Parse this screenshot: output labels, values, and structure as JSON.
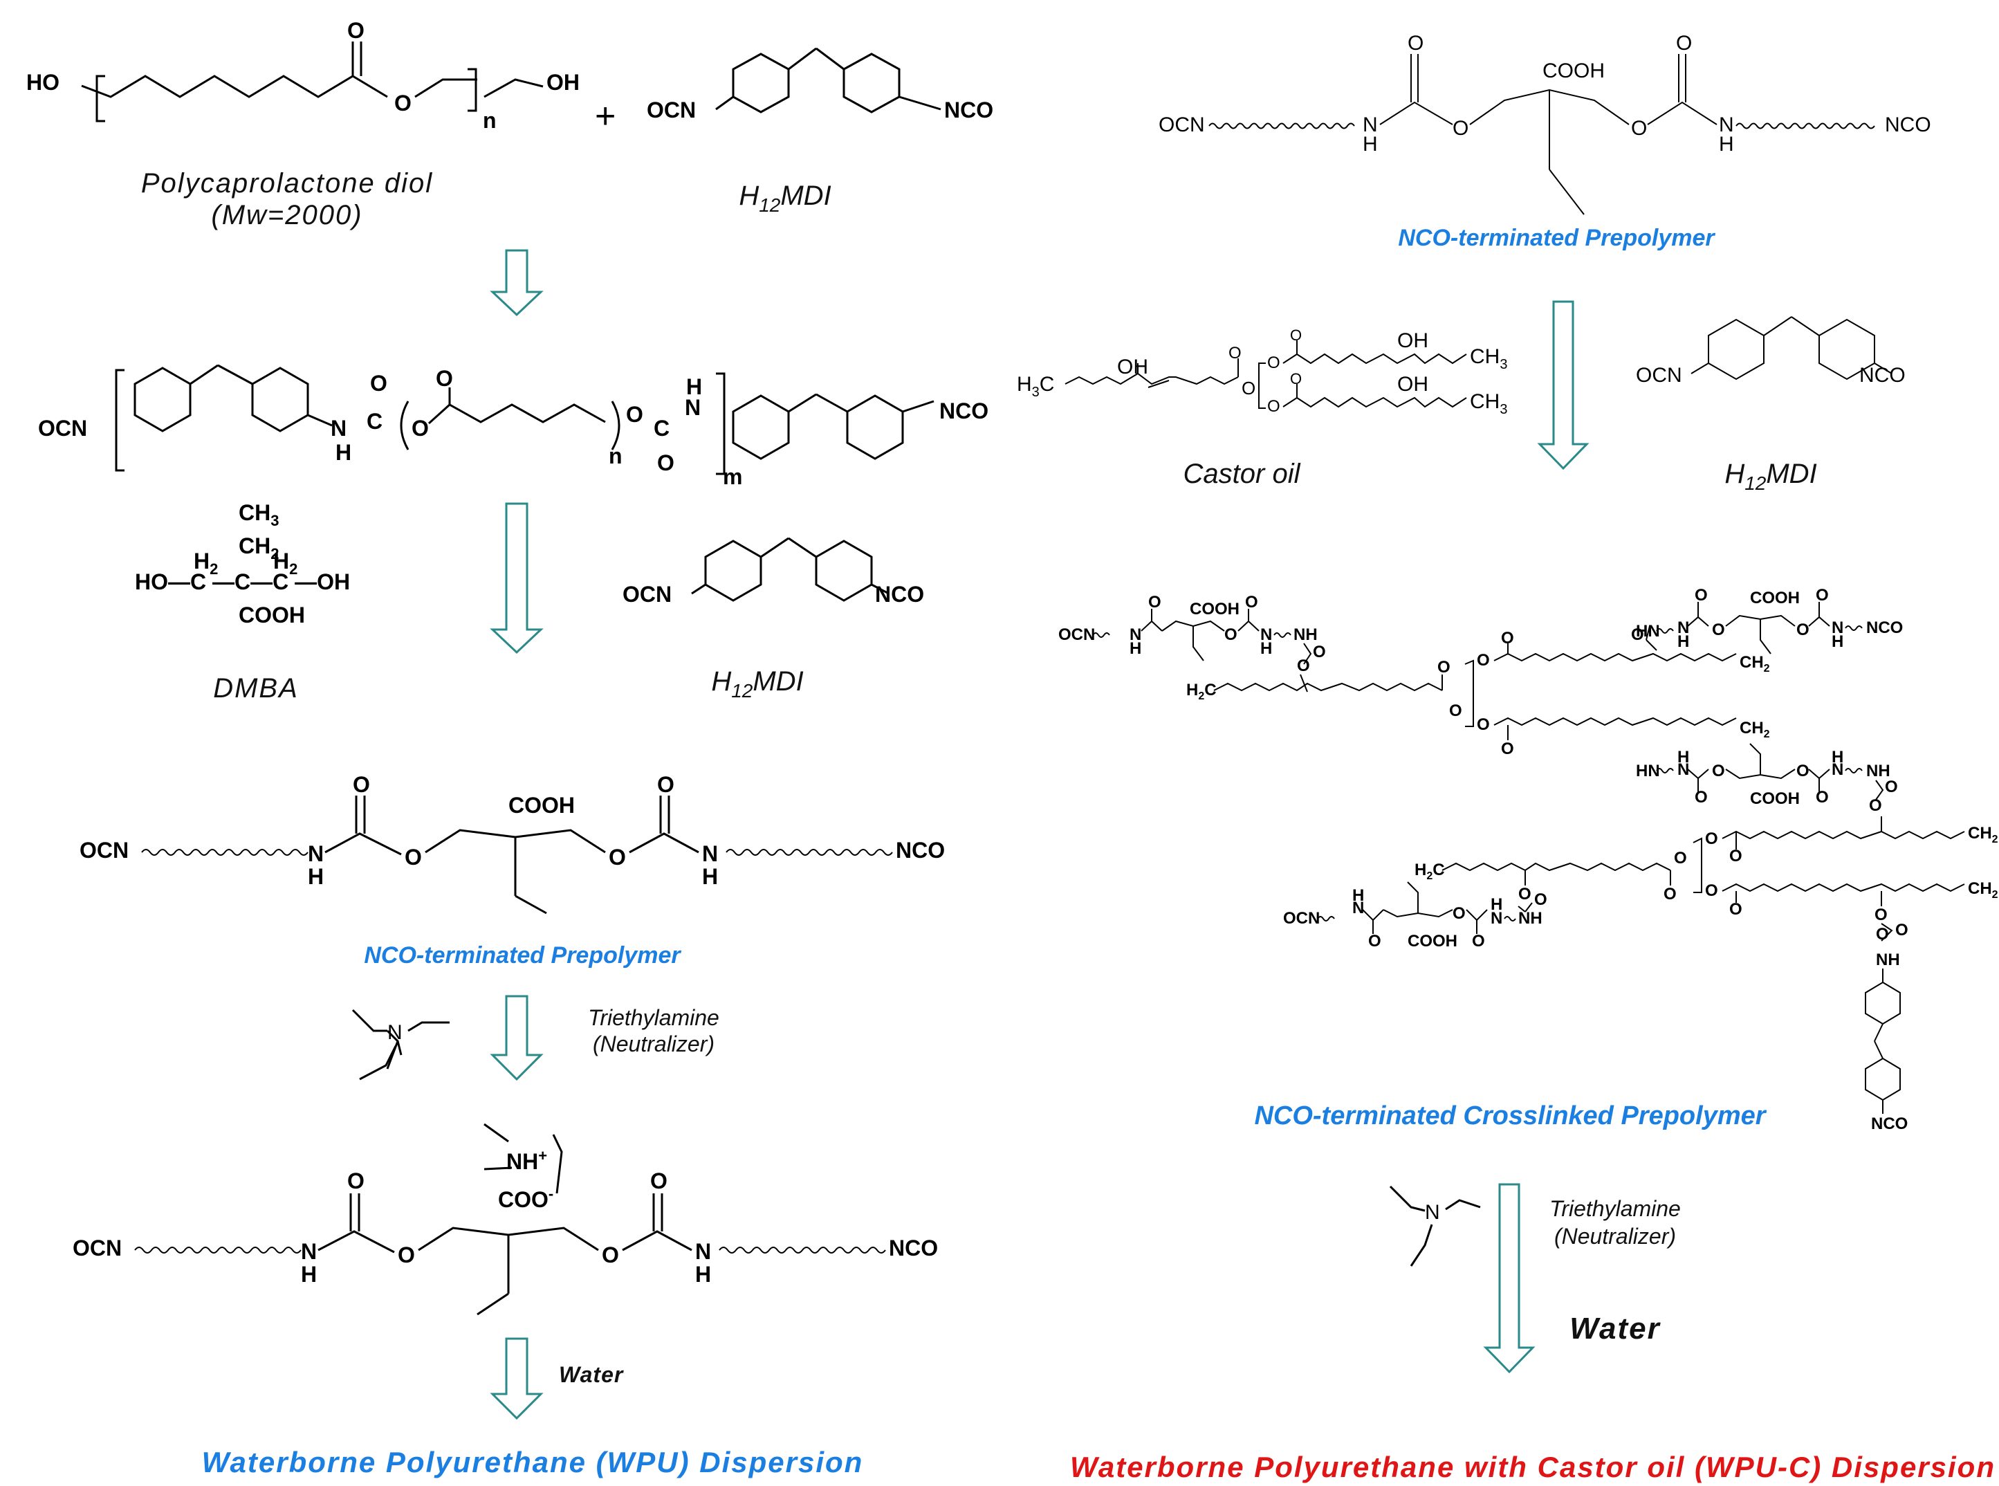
{
  "labels": {
    "pcl": "Polycaprolactone diol",
    "pcl_mw": "(Mw=2000)",
    "h12mdi": "H12MDI",
    "dmba": "DMBA",
    "prepolymer": "NCO-terminated Prepolymer",
    "castor": "Castor oil",
    "crosslinked": "NCO-terminated Crosslinked Prepolymer",
    "tea": "Triethylamine",
    "neutralizer": "(Neutralizer)",
    "water": "Water",
    "wpu": "Waterborne Polyurethane (WPU) Dispersion",
    "wpuc": "Waterborne Polyurethane with Castor oil (WPU-C) Dispersion"
  },
  "atoms": {
    "ho": "HO",
    "oh": "OH",
    "o": "O",
    "n_sub": "n",
    "m_sub": "m",
    "ocn": "OCN",
    "nco": "NCO",
    "n": "N",
    "h": "H",
    "c": "C",
    "cooh": "COOH",
    "coo": "COO",
    "ch3": "CH3",
    "h2": "H2",
    "nh": "NH",
    "h3c": "H3C",
    "h2c": "H2C",
    "ch2": "CH2",
    "hn": "HN",
    "nh_plus": "NH+"
  },
  "plus": "+",
  "colors": {
    "blue": "#1a7fe0",
    "red": "#e01515",
    "arrow": "#2a8a8a"
  }
}
